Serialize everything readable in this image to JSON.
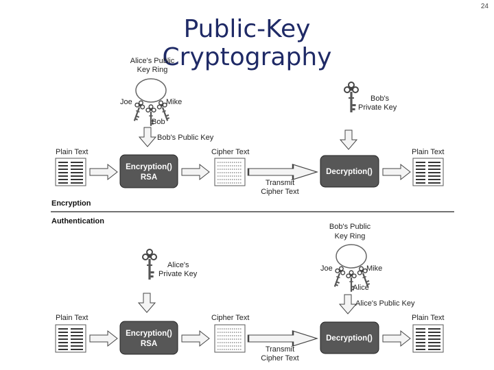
{
  "page_number": "24",
  "title": "Public-Key Cryptography",
  "encryption": {
    "section_label": "Encryption",
    "key_ring": {
      "line1": "Alice's Public",
      "line2": "Key Ring",
      "key_left": "Joe",
      "key_right": "Mike",
      "key_bottom": "Bob"
    },
    "public_key_label": "Bob's Public Key",
    "private_key": {
      "line1": "Bob's",
      "line2": "Private Key"
    },
    "plain_text_in": "Plain Text",
    "cipher_text": "Cipher Text",
    "plain_text_out": "Plain Text",
    "encrypt_box": {
      "line1": "Encryption()",
      "line2": "RSA"
    },
    "decrypt_box": "Decryption()",
    "transmit": {
      "line1": "Transmit",
      "line2": "Cipher Text"
    }
  },
  "authentication": {
    "section_label": "Authentication",
    "private_key": {
      "line1": "Alice's",
      "line2": "Private Key"
    },
    "key_ring": {
      "line1": "Bob's Public",
      "line2": "Key Ring",
      "key_left": "Joe",
      "key_right": "Mike",
      "key_bottom": "Alice"
    },
    "public_key_label": "Alice's Public Key",
    "plain_text_in": "Plain Text",
    "cipher_text": "Cipher Text",
    "plain_text_out": "Plain Text",
    "encrypt_box": {
      "line1": "Encryption()",
      "line2": "RSA"
    },
    "decrypt_box": "Decryption()",
    "transmit": {
      "line1": "Transmit",
      "line2": "Cipher Text"
    }
  }
}
